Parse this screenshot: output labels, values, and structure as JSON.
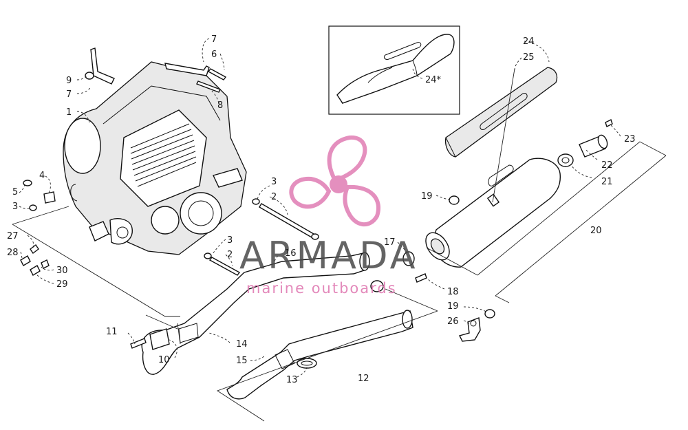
{
  "diagram": {
    "labels": {
      "n1": "1",
      "n2a": "2",
      "n2b": "2",
      "n3a": "3",
      "n3b": "3",
      "n3c": "3",
      "n4": "4",
      "n5": "5",
      "n6": "6",
      "n7a": "7",
      "n7b": "7",
      "n8": "8",
      "n9": "9",
      "n10": "10",
      "n11": "11",
      "n12": "12",
      "n13": "13",
      "n14": "14",
      "n15": "15",
      "n16": "16",
      "n17": "17",
      "n18": "18",
      "n19a": "19",
      "n19b": "19",
      "n20": "20",
      "n21": "21",
      "n22": "22",
      "n23": "23",
      "n24": "24",
      "n24s": "24*",
      "n25": "25",
      "n26": "26",
      "n27": "27",
      "n28": "28",
      "n29": "29",
      "n30": "30"
    }
  },
  "watermark": {
    "title": "ARMADA",
    "subtitle": "marine outboards",
    "logo_color": "#e07cb3"
  }
}
